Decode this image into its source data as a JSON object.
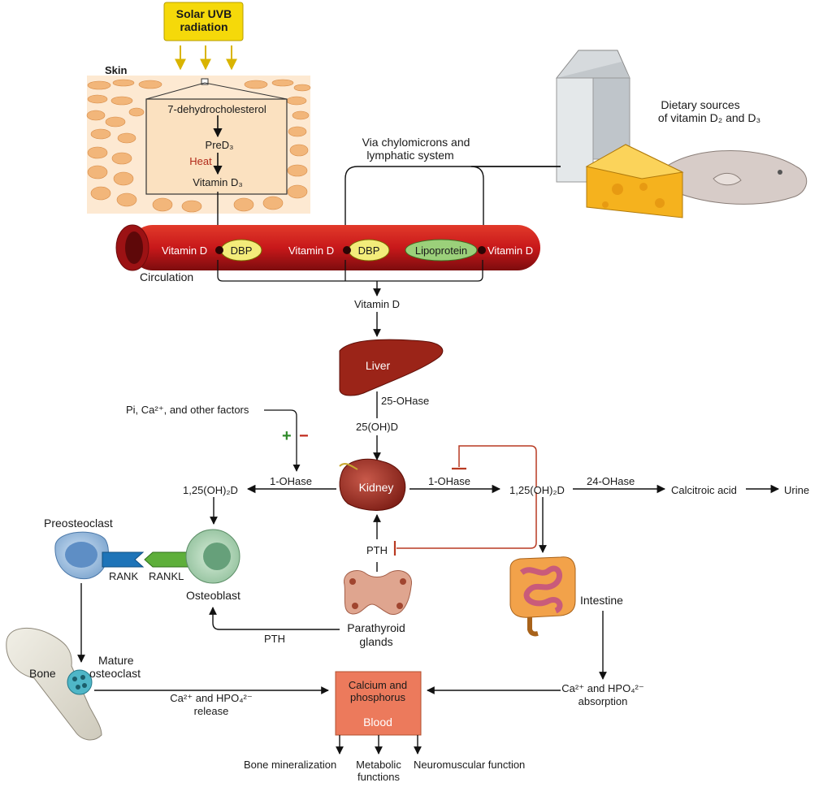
{
  "solar": {
    "line1": "Solar UVB",
    "line2": "radiation"
  },
  "skin": {
    "label": "Skin",
    "step1": "7-dehydrocholesterol",
    "step2": "PreD₃",
    "heat": "Heat",
    "step3": "Vitamin D₃"
  },
  "chylo": {
    "line1": "Via chylomicrons and",
    "line2": "lymphatic system"
  },
  "dietary": {
    "line1": "Dietary sources",
    "line2": "of vitamin D₂ and D₃"
  },
  "circulation": {
    "label": "Circulation",
    "vitd1": "Vitamin D",
    "dbp1": "DBP",
    "vitd2": "Vitamin D",
    "dbp2": "DBP",
    "lipoprotein": "Lipoprotein",
    "vitd3": "Vitamin D"
  },
  "center": {
    "vitd": "Vitamin D",
    "liver": "Liver",
    "ohase25": "25-OHase",
    "ohd25": "25(OH)D",
    "kidney": "Kidney",
    "factors": "Pi, Ca²⁺, and other factors",
    "plus": "+",
    "minus": "−",
    "ohase1_left": "1-OHase",
    "ohase1_right": "1-OHase",
    "calcitriol_left": "1,25(OH)₂D",
    "calcitriol_right": "1,25(OH)₂D",
    "ohase24": "24-OHase",
    "calcitroic": "Calcitroic acid",
    "urine": "Urine",
    "pth_up": "PTH",
    "parathyroid1": "Parathyroid",
    "parathyroid2": "glands",
    "pth_left": "PTH"
  },
  "bone": {
    "preosteoclast": "Preosteoclast",
    "rank": "RANK",
    "rankl": "RANKL",
    "osteoblast": "Osteoblast",
    "bone": "Bone",
    "mature1": "Mature",
    "mature2": "osteoclast",
    "release1": "Ca²⁺ and HPO₄²⁻",
    "release2": "release"
  },
  "intestine": {
    "label": "Intestine",
    "abs1": "Ca²⁺ and HPO₄²⁻",
    "abs2": "absorption"
  },
  "blood": {
    "line1": "Calcium and",
    "line2": "phosphorus",
    "line3": "Blood"
  },
  "outcomes": {
    "o1": "Bone mineralization",
    "o2a": "Metabolic",
    "o2b": "functions",
    "o3": "Neuromuscular function"
  },
  "colors": {
    "vessel": "#c8181a",
    "solar_box": "#f5d90a",
    "blood_box": "#ec7a5c",
    "inhibit": "#b83a22",
    "dbp": "#f3ec7a",
    "lipoprotein": "#9bd07a"
  }
}
